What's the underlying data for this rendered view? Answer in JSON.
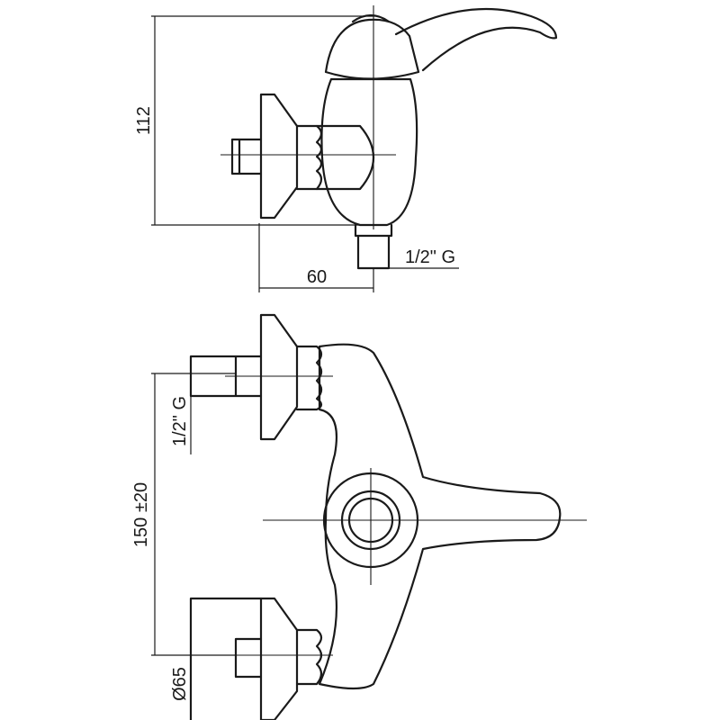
{
  "dimensions": {
    "height": "112",
    "projection": "60",
    "side_thread": "1/2\" G",
    "front_thread": "1/2\" G",
    "centers": "150 ±20",
    "flange_diameter": "Ø65"
  },
  "colors": {
    "line": "#1a1a1a",
    "background": "#ffffff"
  }
}
